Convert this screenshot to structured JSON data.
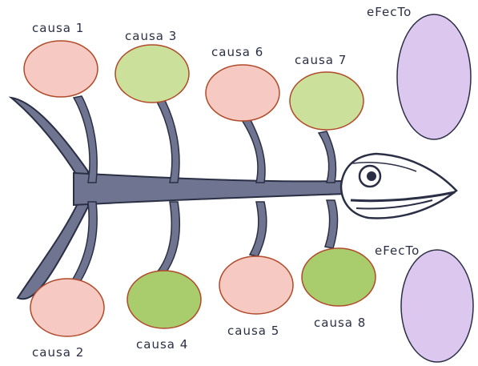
{
  "causes": [
    {
      "label": "causa 1",
      "color": "#f6c9c2"
    },
    {
      "label": "causa 2",
      "color": "#f6c9c2"
    },
    {
      "label": "causa 3",
      "color": "#cbe09a"
    },
    {
      "label": "causa 4",
      "color": "#a9cc6c"
    },
    {
      "label": "causa 5",
      "color": "#f6c9c2"
    },
    {
      "label": "causa 6",
      "color": "#f6c9c2"
    },
    {
      "label": "causa 7",
      "color": "#cbe09a"
    },
    {
      "label": "causa 8",
      "color": "#a9cc6c"
    }
  ],
  "effects": [
    {
      "label": "eFecTo",
      "color": "#dcc8ef"
    },
    {
      "label": "eFecTo",
      "color": "#dcc8ef"
    }
  ],
  "colors": {
    "bone": "#6f7590",
    "outline": "#2a2f45",
    "ellipse_border": "#b04a28"
  }
}
